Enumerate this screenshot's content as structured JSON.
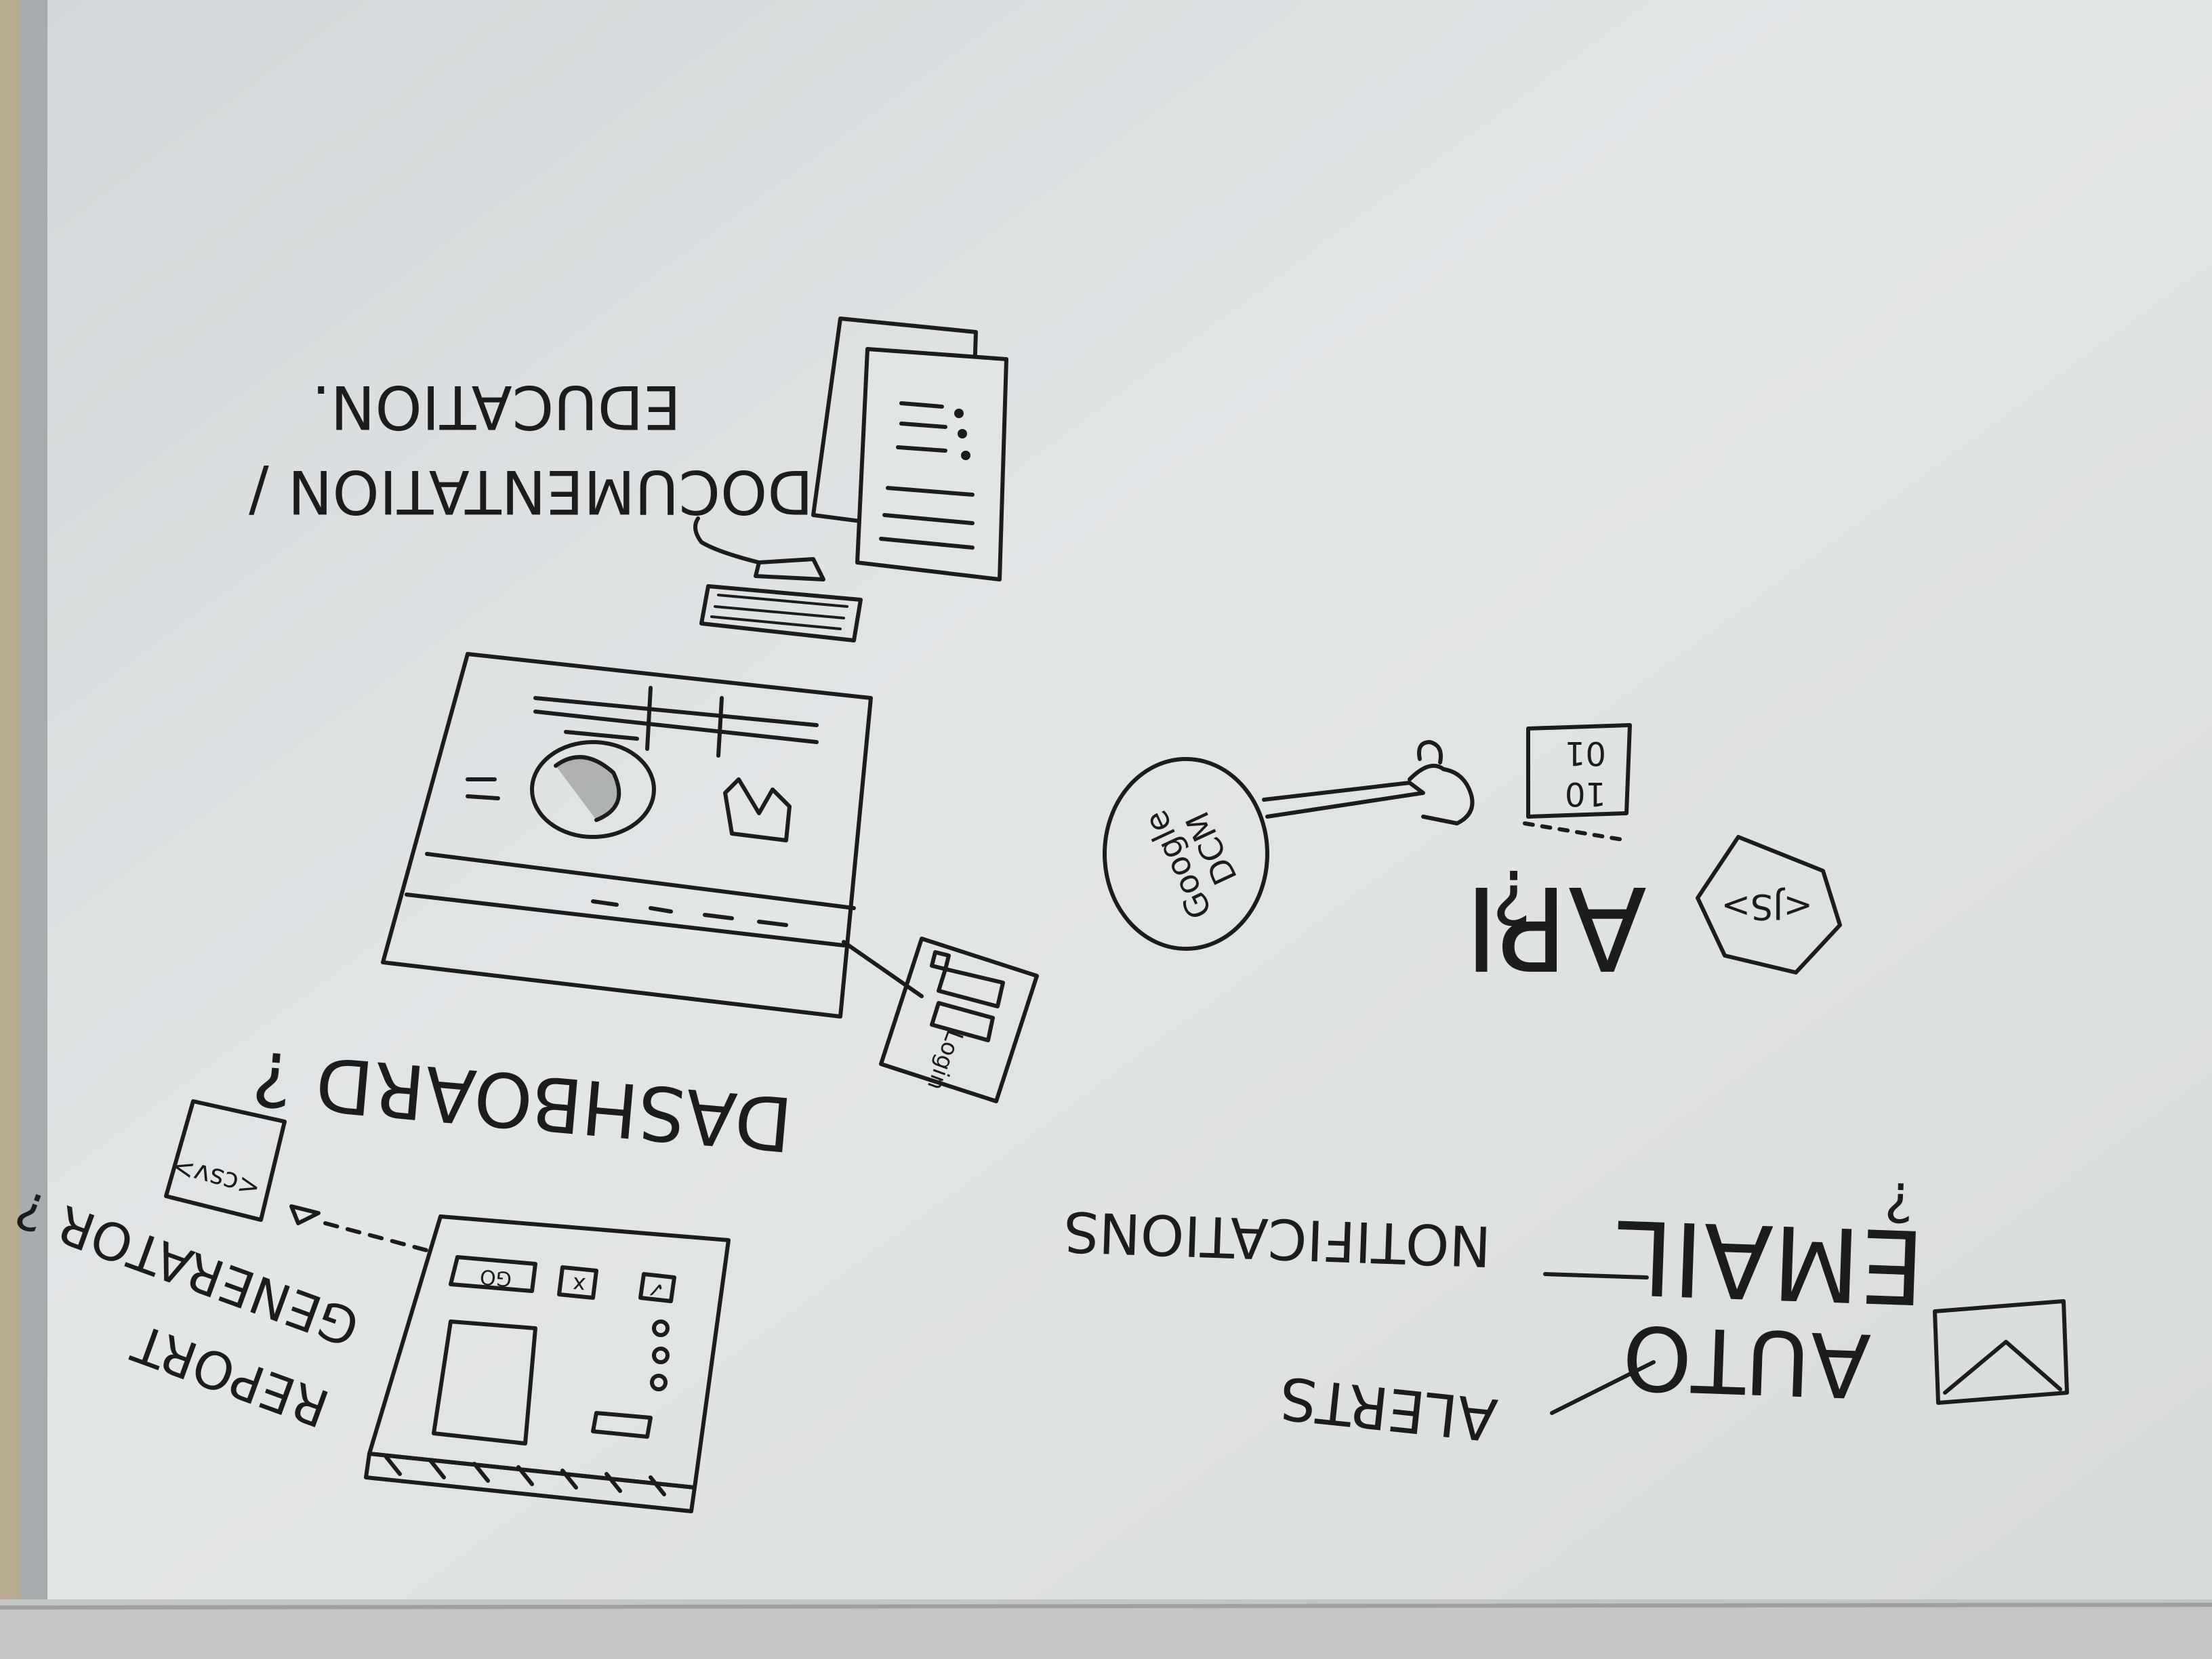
{
  "board": {
    "colors": {
      "surface": "#e2e5e6",
      "surface_shade": "#cfd3d5",
      "frame": "#a9adaf",
      "wall": "#b8a98d",
      "ink": "#1c1c1c"
    },
    "labels": {
      "documentation": "DOCUMENTATION /",
      "education": "EDUCATION.",
      "dashboard": "DASHBOARD ?",
      "report": "REPORT",
      "generator": "GENERATOR ?",
      "csv": "<csv>",
      "api": "API",
      "api_q": "?",
      "js": "<JS>",
      "google": "Google",
      "dcm": "DCM",
      "login": "Login",
      "email": "EMAIL",
      "email_q": "?",
      "auto": "AUTO",
      "notifications": "NOTIFICATIONS",
      "alerts": "ALERTS",
      "binary_top": "10",
      "binary_bottom": "01",
      "go": "GO",
      "check": "✓",
      "close": "x"
    }
  }
}
